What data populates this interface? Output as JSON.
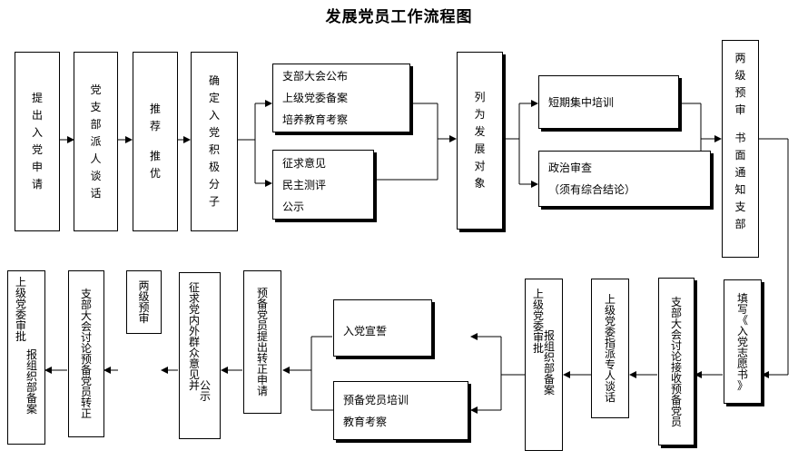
{
  "title": "发展党员工作流程图",
  "boxes": {
    "apply": "提出入党申请",
    "talk": "党支部派人谈话",
    "recommend1": "推荐",
    "recommend2": "推优",
    "activist": "确定入党积极分子",
    "publicity_lines": [
      "支部大会公布",
      "上级党委备案",
      "培养教育考察"
    ],
    "opinion_lines": [
      "征求意见",
      "民主测评",
      "公示"
    ],
    "target": "列为发展对象",
    "training": "短期集中培训",
    "review_lines": [
      "政治审查",
      "（须有综合结论）"
    ],
    "notify_part1": "两级预审",
    "notify_part2": "书面通知支部",
    "fill_form": "填写《入党志愿书》",
    "branch_accept": "支部大会讨论接收预备党员",
    "assign_talk": "上级党委指派专人谈话",
    "approve_col1": "上级党委审批",
    "approve_col2": "报组织部备案",
    "oath": "入党宣誓",
    "prob_training_lines": [
      "预备党员培训",
      "教育考察"
    ],
    "apply_full": "预备党员提出转正申请",
    "public_col1": "征求党内外群众意见并",
    "public_col2": "公示",
    "two_level_review": "两级预审",
    "branch_full": "支部大会讨论预备党员转正",
    "final_col1": "上级党委审批",
    "final_col2": "报组织部备案"
  }
}
